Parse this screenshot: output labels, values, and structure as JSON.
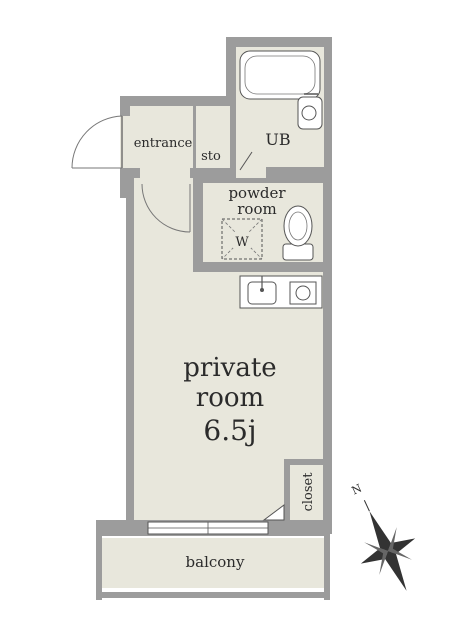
{
  "rooms": {
    "entrance": "entrance",
    "storage": "sto",
    "bathroom": "UB",
    "powder_room_line1": "powder",
    "powder_room_line2": "room",
    "washer": "W",
    "private_room_line1": "private",
    "private_room_line2": "room",
    "private_room_size": "6.5j",
    "closet": "closet",
    "balcony": "balcony"
  },
  "compass": {
    "north_label": "N"
  },
  "colors": {
    "wall": "#9c9c9c",
    "floor": "#e8e7dc",
    "fixture": "#ffffff",
    "text": "#2b2b2b"
  }
}
